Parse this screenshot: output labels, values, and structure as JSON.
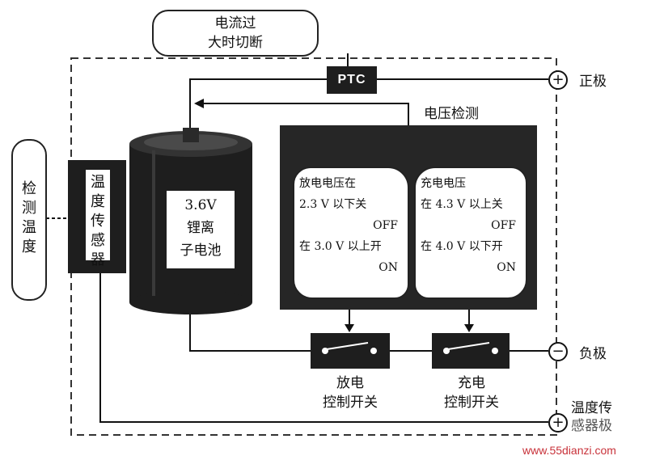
{
  "ptc_note": [
    "电流过",
    "大时切断"
  ],
  "ptc_label": "PTC",
  "voltage_detect_label": "电压检测",
  "detect_temp": "检测温度",
  "temp_sensor": "温度传感器",
  "battery": [
    "3.6V",
    "锂离",
    "子电池"
  ],
  "discharge_note": {
    "line1": "放电电压在",
    "line2": "2.3 V 以下关",
    "line3": "OFF",
    "line4": "在 3.0 V 以上开",
    "line5": "ON"
  },
  "charge_note": {
    "line1": "充电电压",
    "line2": "在 4.3 V 以上关",
    "line3": "OFF",
    "line4": "在 4.0 V 以下开",
    "line5": "ON"
  },
  "discharge_switch": [
    "放电",
    "控制开关"
  ],
  "charge_switch": [
    "充电",
    "控制开关"
  ],
  "terminals": {
    "positive_symbol": "+",
    "positive": "正极",
    "negative_symbol": "−",
    "negative": "负极",
    "sensor_symbol": "+",
    "sensor": [
      "温度传",
      "感器极"
    ]
  },
  "watermark": "www.55dianzi.com"
}
